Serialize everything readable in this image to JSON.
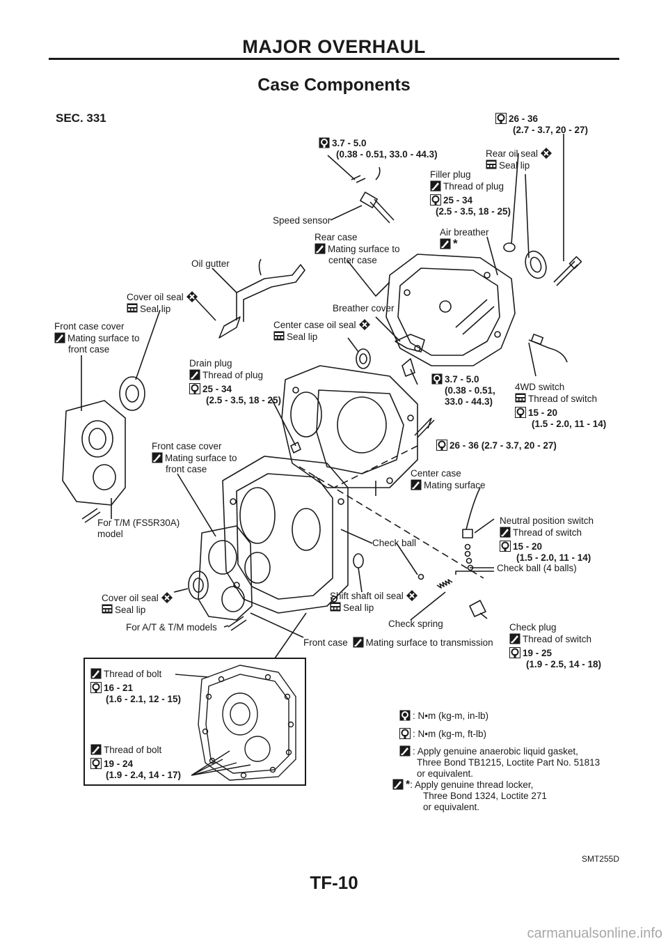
{
  "header": {
    "title": "MAJOR OVERHAUL"
  },
  "section_title": "Case Components",
  "sec": "SEC. 331",
  "labels": {
    "torque_top_right": [
      "26 - 36",
      "(2.7 - 3.7, 20 - 27)"
    ],
    "torque_speed_sensor": [
      "3.7 - 5.0",
      "(0.38 - 0.51, 33.0 - 44.3)"
    ],
    "rear_oil_seal": [
      "Rear oil seal",
      "Seal lip"
    ],
    "filler_plug": [
      "Filler plug",
      "Thread of plug",
      "25 - 34",
      "(2.5 - 3.5, 18 - 25)"
    ],
    "speed_sensor": "Speed sensor",
    "air_breather": [
      "Air breather",
      "*"
    ],
    "rear_case": [
      "Rear case",
      "Mating surface to",
      "center case"
    ],
    "oil_gutter": "Oil gutter",
    "cover_oil_seal_top": [
      "Cover oil seal",
      "Seal lip"
    ],
    "breather_cover": "Breather cover",
    "front_case_cover_top": [
      "Front case cover",
      "Mating surface to",
      "front case"
    ],
    "center_case_oil_seal": [
      "Center case oil seal",
      "Seal lip"
    ],
    "drain_plug": [
      "Drain plug",
      "Thread of plug",
      "25 - 34",
      "(2.5 - 3.5, 18 - 25)"
    ],
    "torque_breather": [
      "3.7 - 5.0",
      "(0.38 - 0.51,",
      "33.0 - 44.3)"
    ],
    "four_wd_switch": [
      "4WD switch",
      "Thread of switch",
      "15 - 20",
      "(1.5 - 2.0, 11 - 14)"
    ],
    "torque_center_bolt": "26 - 36 (2.7 - 3.7, 20 - 27)",
    "front_case_cover_mid": [
      "Front case cover",
      "Mating surface to",
      "front case"
    ],
    "center_case": [
      "Center case",
      "Mating surface"
    ],
    "for_tm": [
      "For T/M (FS5R30A)",
      "model"
    ],
    "neutral_switch": [
      "Neutral position switch",
      "Thread of switch",
      "15 - 20",
      "(1.5 - 2.0, 11 - 14)"
    ],
    "check_ball": "Check ball",
    "check_ball_4": "Check ball (4 balls)",
    "cover_oil_seal_bottom": [
      "Cover oil seal",
      "Seal lip"
    ],
    "shift_shaft_oil_seal": [
      "Shift shaft oil seal",
      "Seal lip"
    ],
    "check_spring": "Check spring",
    "for_at_tm": "For A/T & T/M models",
    "front_case": [
      "Front case",
      "Mating surface to transmission"
    ],
    "check_plug": [
      "Check plug",
      "Thread of switch",
      "19 - 25",
      "(1.9 - 2.5, 14 - 18)"
    ]
  },
  "inset": {
    "upper": [
      "Thread of bolt",
      "16 - 21",
      "(1.6 - 2.1, 12 - 15)"
    ],
    "lower": [
      "Thread of bolt",
      "19 - 24",
      "(1.9 - 2.4, 14 - 17)"
    ]
  },
  "legend": {
    "nm_inlb": ": N•m (kg-m, in-lb)",
    "nm_ftlb": ": N•m (kg-m, ft-lb)",
    "gasket": [
      ": Apply genuine anaerobic liquid gasket,",
      "Three Bond TB1215, Loctite Part No. 51813",
      "or equivalent."
    ],
    "locker": [
      ": Apply genuine thread locker,",
      "Three Bond 1324, Loctite 271",
      "or equivalent."
    ],
    "star": "*"
  },
  "figure_code": "SMT255D",
  "page_number": "TF-10",
  "watermark": "carmanualsonline.info",
  "icons": [
    "torque-wrench-inlb-icon",
    "torque-wrench-ftlb-icon",
    "liquid-gasket-icon",
    "grease-icon",
    "replace-x-icon"
  ]
}
